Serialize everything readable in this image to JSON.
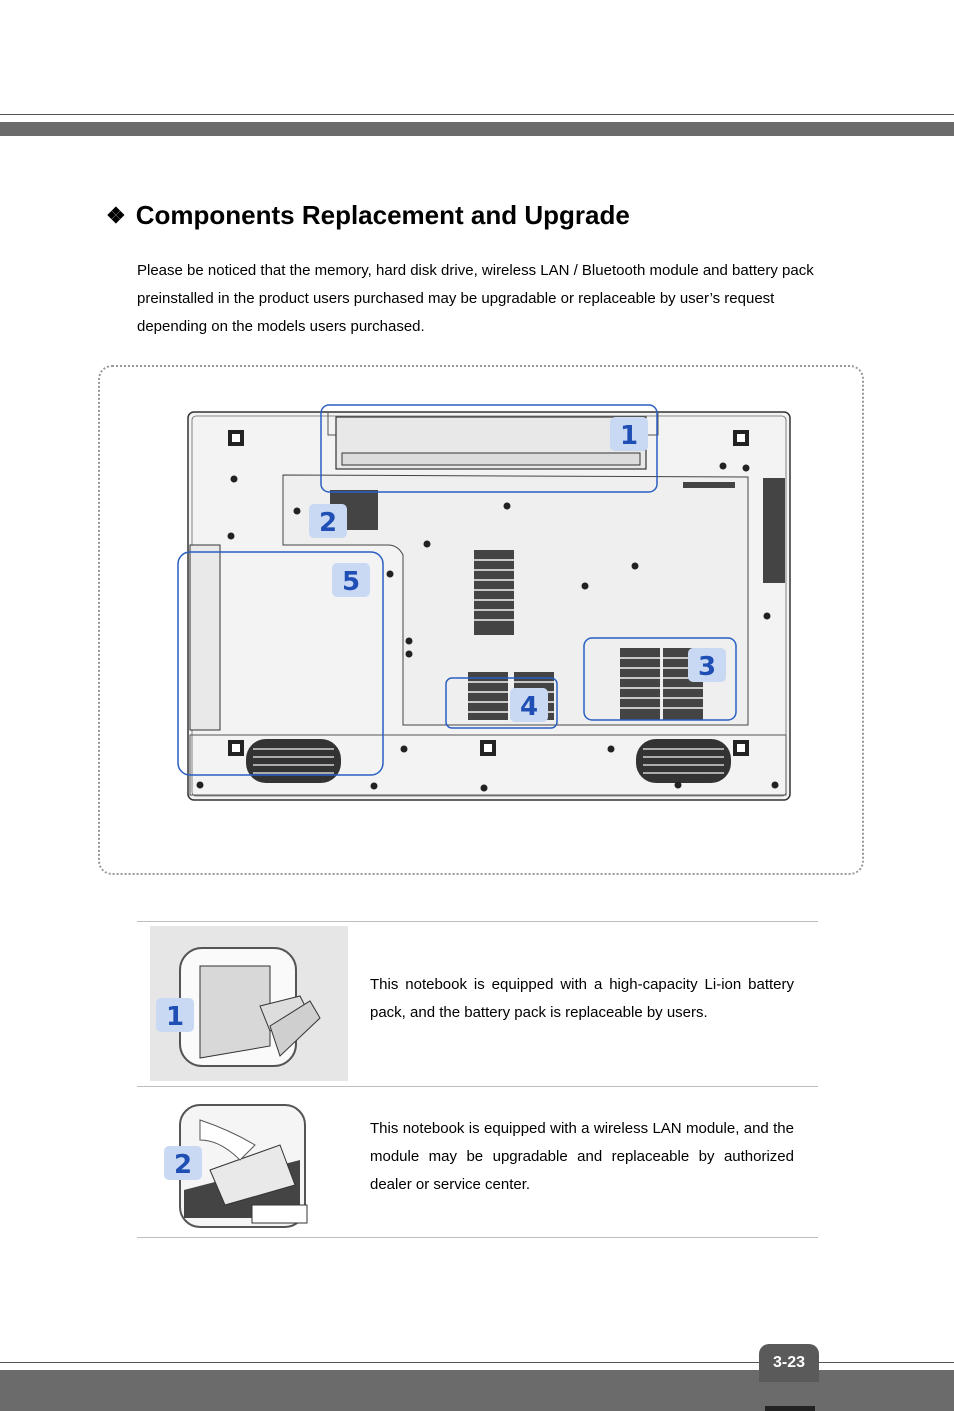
{
  "header": {
    "title": "Components Replacement and Upgrade",
    "bullet": "❖",
    "intro": "Please be noticed that the memory, hard disk drive, wireless LAN / Bluetooth module and battery pack preinstalled in the product users purchased may be upgradable or replaceable by user’s request depending on the models users purchased."
  },
  "figure": {
    "callouts": [
      "1",
      "2",
      "3",
      "4",
      "5"
    ],
    "accent_color": "#2a5fc1",
    "badge_color": "#c9d8f3"
  },
  "rows": [
    {
      "badge": "1",
      "icon": "battery-replace-icon",
      "text": "This notebook is equipped with a high-capacity Li-ion battery pack, and the battery pack is replaceable by users."
    },
    {
      "badge": "2",
      "icon": "wireless-lan-module-icon",
      "text": "This notebook is equipped with a wireless LAN module, and the module may be upgradable and replaceable by authorized dealer or service center."
    }
  ],
  "footer": {
    "page_number": "3-23"
  }
}
